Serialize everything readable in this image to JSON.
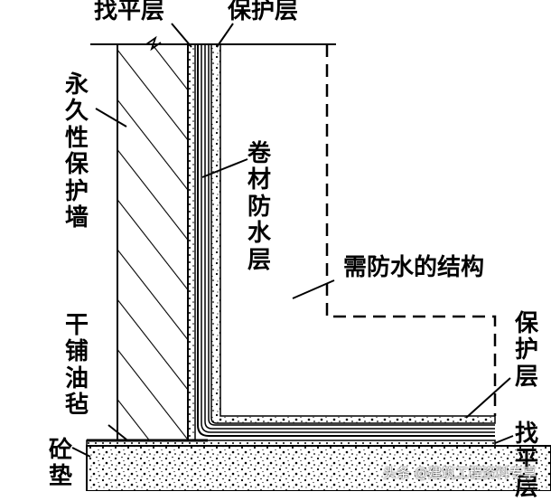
{
  "labels": {
    "leveling_top": "找平层",
    "protective_top": "保护层",
    "permanent_wall": "永久性保护墙",
    "membrane": "卷材防水层",
    "structure": "需防水的结构",
    "dry_felt": "干铺油毡",
    "concrete_pad": "砼垫",
    "protective_right": "保护层",
    "leveling_bottom": "找平层"
  },
  "watermark": "头条 @建筑工程资料专享",
  "colors": {
    "ink": "#000000",
    "paper": "#ffffff"
  }
}
